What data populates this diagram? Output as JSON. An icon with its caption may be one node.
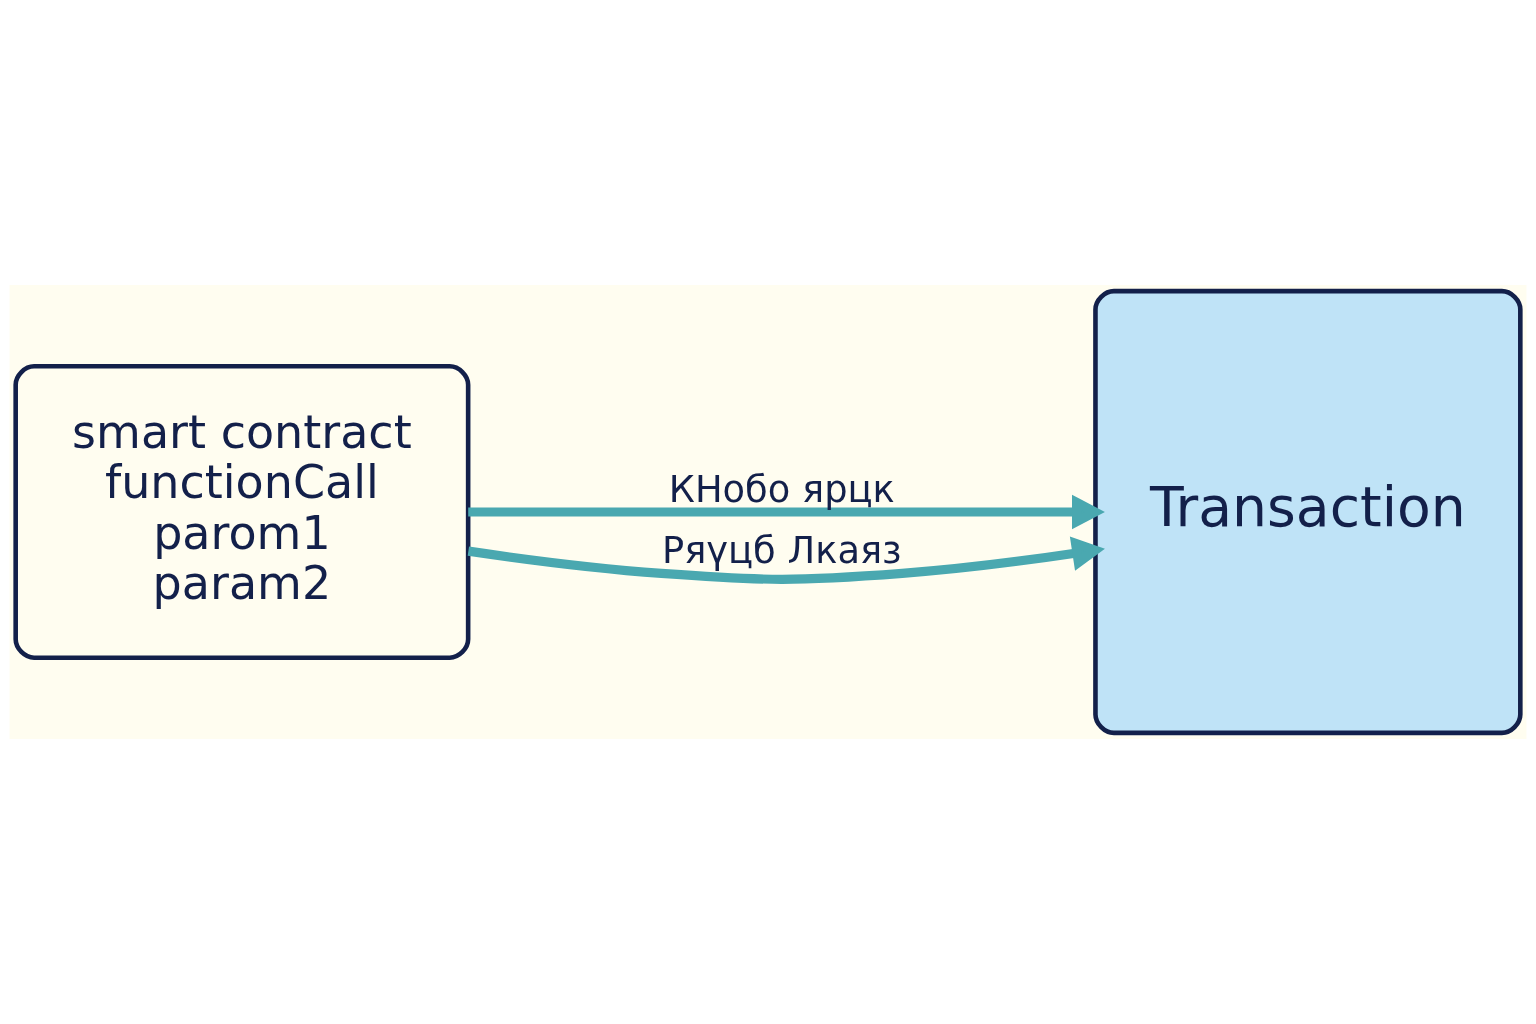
{
  "diagram": {
    "nodes": [
      {
        "text": [
          "smart contract",
          "functionCall",
          "parom1",
          "param2"
        ]
      },
      {
        "text": [
          "Transaction"
        ]
      }
    ],
    "edges": [
      {
        "from": 0,
        "to": 1,
        "arrow": "to",
        "label": "КНобо ярцк"
      },
      {
        "from": 0,
        "to": 1,
        "arrow": "to",
        "label": "Ряүцб Лкаяз"
      }
    ]
  }
}
